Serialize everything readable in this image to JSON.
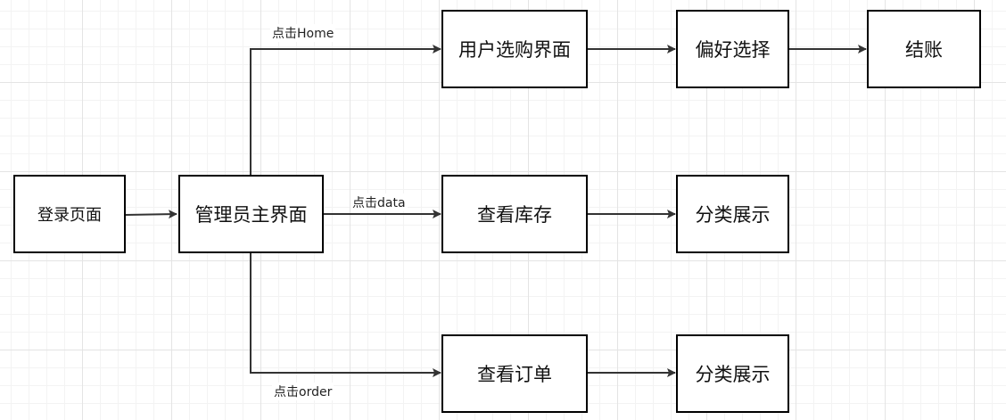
{
  "nodes": {
    "login_page": "登录页面",
    "admin_main": "管理员主界面",
    "user_shop": "用户选购界面",
    "preference": "偏好选择",
    "checkout": "结账",
    "view_inventory": "查看库存",
    "category_display_1": "分类展示",
    "view_orders": "查看订单",
    "category_display_2": "分类展示"
  },
  "edges": {
    "click_home": "点击Home",
    "click_data": "点击data",
    "click_order": "点击order"
  },
  "colors": {
    "line": "#333333",
    "box_border": "#000000",
    "grid": "#e4e4e4"
  }
}
